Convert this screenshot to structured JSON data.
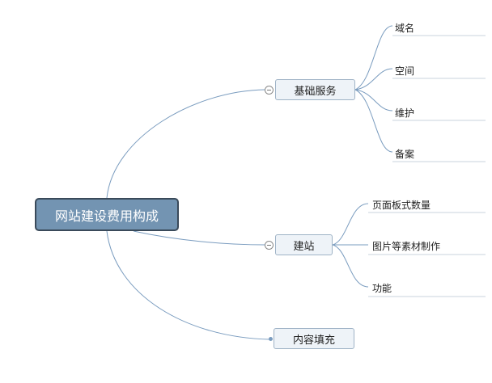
{
  "root": {
    "label": "网站建设费用构成"
  },
  "branches": [
    {
      "label": "基础服务",
      "children": [
        "域名",
        "空间",
        "维护",
        "备案"
      ]
    },
    {
      "label": "建站",
      "children": [
        "页面板式数量",
        "图片等素材制作",
        "功能"
      ]
    },
    {
      "label": "内容填充",
      "children": []
    }
  ],
  "colors": {
    "root_fill": "#7394b2",
    "root_border": "#3a4a5a",
    "branch_fill": "#eef3f8",
    "branch_border": "#9fb3c6",
    "connector": "#7a9cbf"
  }
}
